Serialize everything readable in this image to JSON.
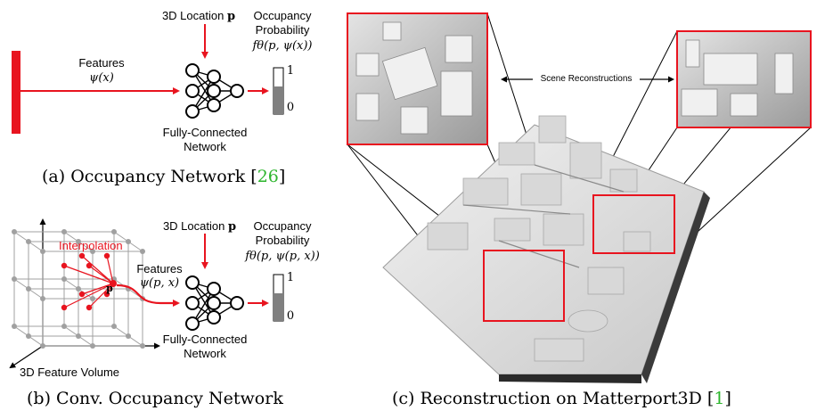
{
  "panel_a": {
    "location_label": "3D Location",
    "location_symbol": "p",
    "occupancy_label_1": "Occupancy",
    "occupancy_label_2": "Probability",
    "occupancy_formula": "fθ(p, ψ(x))",
    "features_label": "Features",
    "features_formula": "ψ(x)",
    "network_label_1": "Fully-Connected",
    "network_label_2": "Network",
    "bar_max": "1",
    "bar_min": "0",
    "occupancy_fill_fraction": 0.6,
    "caption_text": "(a) Occupancy Network [",
    "caption_cite": "26",
    "caption_end": "]"
  },
  "panel_b": {
    "location_label": "3D Location",
    "location_symbol": "p",
    "occupancy_label_1": "Occupancy",
    "occupancy_label_2": "Probability",
    "occupancy_formula": "fθ(p, ψ(p, x))",
    "interpolation_label": "Interpolation",
    "point_label": "p",
    "features_label": "Features",
    "features_formula": "ψ(p, x)",
    "volume_label": "3D Feature Volume",
    "network_label_1": "Fully-Connected",
    "network_label_2": "Network",
    "bar_max": "1",
    "bar_min": "0",
    "occupancy_fill_fraction": 0.6,
    "caption_text": "(b) Conv. Occupancy Network"
  },
  "panel_c": {
    "scene_label": "Scene Reconstructions",
    "caption_text": "(c) Reconstruction on Matterport3D [",
    "caption_cite": "1",
    "caption_end": "]"
  },
  "colors": {
    "accent_red": "#e8141f",
    "cite_green": "#2db52d",
    "grid_gray": "#a0a0a0"
  }
}
